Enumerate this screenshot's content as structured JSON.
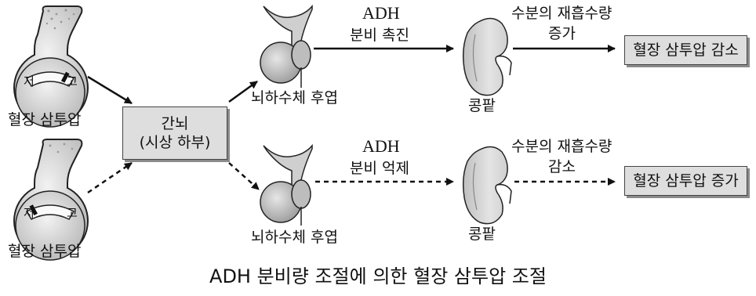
{
  "gauge_top": {
    "label": "혈장 삼투압",
    "low": "저",
    "high": "고"
  },
  "gauge_bottom": {
    "label": "혈장 삼투압",
    "low": "저",
    "high": "고"
  },
  "hypothalamus": {
    "line1": "간뇌",
    "line2": "(시상 하부)"
  },
  "top_path": {
    "hormone": "ADH",
    "action": "분비 촉진",
    "gland_label": "뇌하수체 후엽",
    "organ_label": "콩팥",
    "effect_line1": "수분의 재흡수량",
    "effect_line2": "증가",
    "result": "혈장 삼투압 감소"
  },
  "bottom_path": {
    "hormone": "ADH",
    "action": "분비 억제",
    "gland_label": "뇌하수체 후엽",
    "organ_label": "콩팥",
    "effect_line1": "수분의 재흡수량",
    "effect_line2": "감소",
    "result": "혈장 삼투압 증가"
  },
  "caption": "ADH 분비량 조절에 의한 혈장 삼투압 조절",
  "colors": {
    "organ_fill": "#d8d8d8",
    "box_fill": "#dedede",
    "line": "#111111"
  }
}
